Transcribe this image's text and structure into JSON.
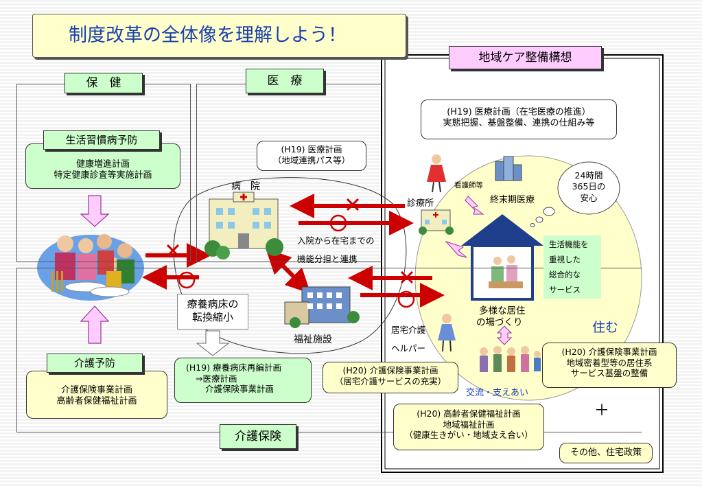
{
  "title": "制度改革の全体像を理解しよう！",
  "chiiki_care": "地域ケア整備構想",
  "sections": {
    "hoken": "保　健",
    "iryo": "医　療",
    "kaigo_hoken": "介護保険"
  },
  "seikatsu": {
    "header": "生活習慣病予防",
    "lines": [
      "健康増進計画",
      "特定健康診査等実施計画"
    ]
  },
  "kaigo_yobo": {
    "header": "介護予防",
    "lines": [
      "介護保険事業計画",
      "高齢者保健福祉計画"
    ]
  },
  "h19_iryo": [
    "(H19) 医療計画",
    "（地域連携パス等）"
  ],
  "h19_zaitaku": [
    "(H19) 医療計画（在宅医療の推進）",
    "実態把握、基盤整備、連携の仕組み等"
  ],
  "h19_ryoyo": [
    "(H19) 療養病床再編計画",
    "⇒医療計画",
    "介護保険事業計画"
  ],
  "h20_kaigo": [
    "(H20) 介護保険事業計画",
    "（居宅介護サービスの充実）"
  ],
  "h20_chiiki": [
    "(H20) 介護保険事業計画",
    "地域密着型等の居住系",
    "サービス基盤の整備"
  ],
  "h20_korei": [
    "(H20) 高齢者保健福祉計画",
    "地域福祉計画",
    "（健康生きがい・地域支え合い）"
  ],
  "ryoyo_tenkan": [
    "療養病床の",
    "転換縮小"
  ],
  "labels": {
    "byoin": "病　院",
    "fukushi": "福祉施設",
    "shinryojo": "診療所",
    "kangoshi": "看護師等",
    "shumatsu": "終末期医療",
    "nyuin": [
      "入院から在宅までの",
      "機能分担と連携"
    ],
    "kyotaku": [
      "居宅介護",
      "ヘルパー"
    ],
    "tayo": [
      "多様な居住",
      "の場づくり"
    ],
    "sumu": "住む",
    "koryu": "交流・支えあい",
    "plus": "＋",
    "sonota": "その他、住宅政策"
  },
  "cloud": [
    "24時間",
    "365日の",
    "安心"
  ],
  "seikatsu_kino": [
    "生活機能を",
    "重視した",
    "総合的な",
    "サービス"
  ],
  "colors": {
    "arrow_red": "#cc0000",
    "green_box": "#ccffcc",
    "yellow_box": "#ffffcc",
    "pink_box": "#ffccff",
    "blue_text": "#1a3fb0"
  }
}
